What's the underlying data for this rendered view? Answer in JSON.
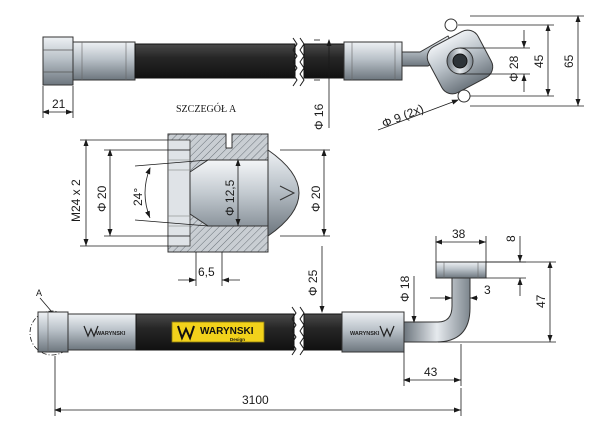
{
  "drawing": {
    "detail_caption": "SZCZEGÓŁ A",
    "detail_marker": "A",
    "dimensions": {
      "d21": "21",
      "d16": "Φ 16",
      "d28": "Φ 28",
      "d45": "45",
      "d65": "65",
      "holes": "Φ 9 (2x)",
      "thread": "M24 x 2",
      "d20_left": "Φ 20",
      "angle24": "24°",
      "d12_5": "Φ 12,5",
      "d20_right": "Φ 20",
      "d6_5": "6,5",
      "d25": "Φ 25",
      "d18": "Φ 18",
      "d38": "38",
      "d8": "8",
      "d3": "3",
      "d47": "47",
      "d43": "43",
      "total_length": "3100"
    },
    "brand": {
      "name": "WARYNSKI",
      "sub": "Design"
    },
    "colors": {
      "hose": "#2a2a2a",
      "label": "#f2d21b",
      "steel": "#9aa4ad",
      "line": "#1a1a1a"
    }
  }
}
